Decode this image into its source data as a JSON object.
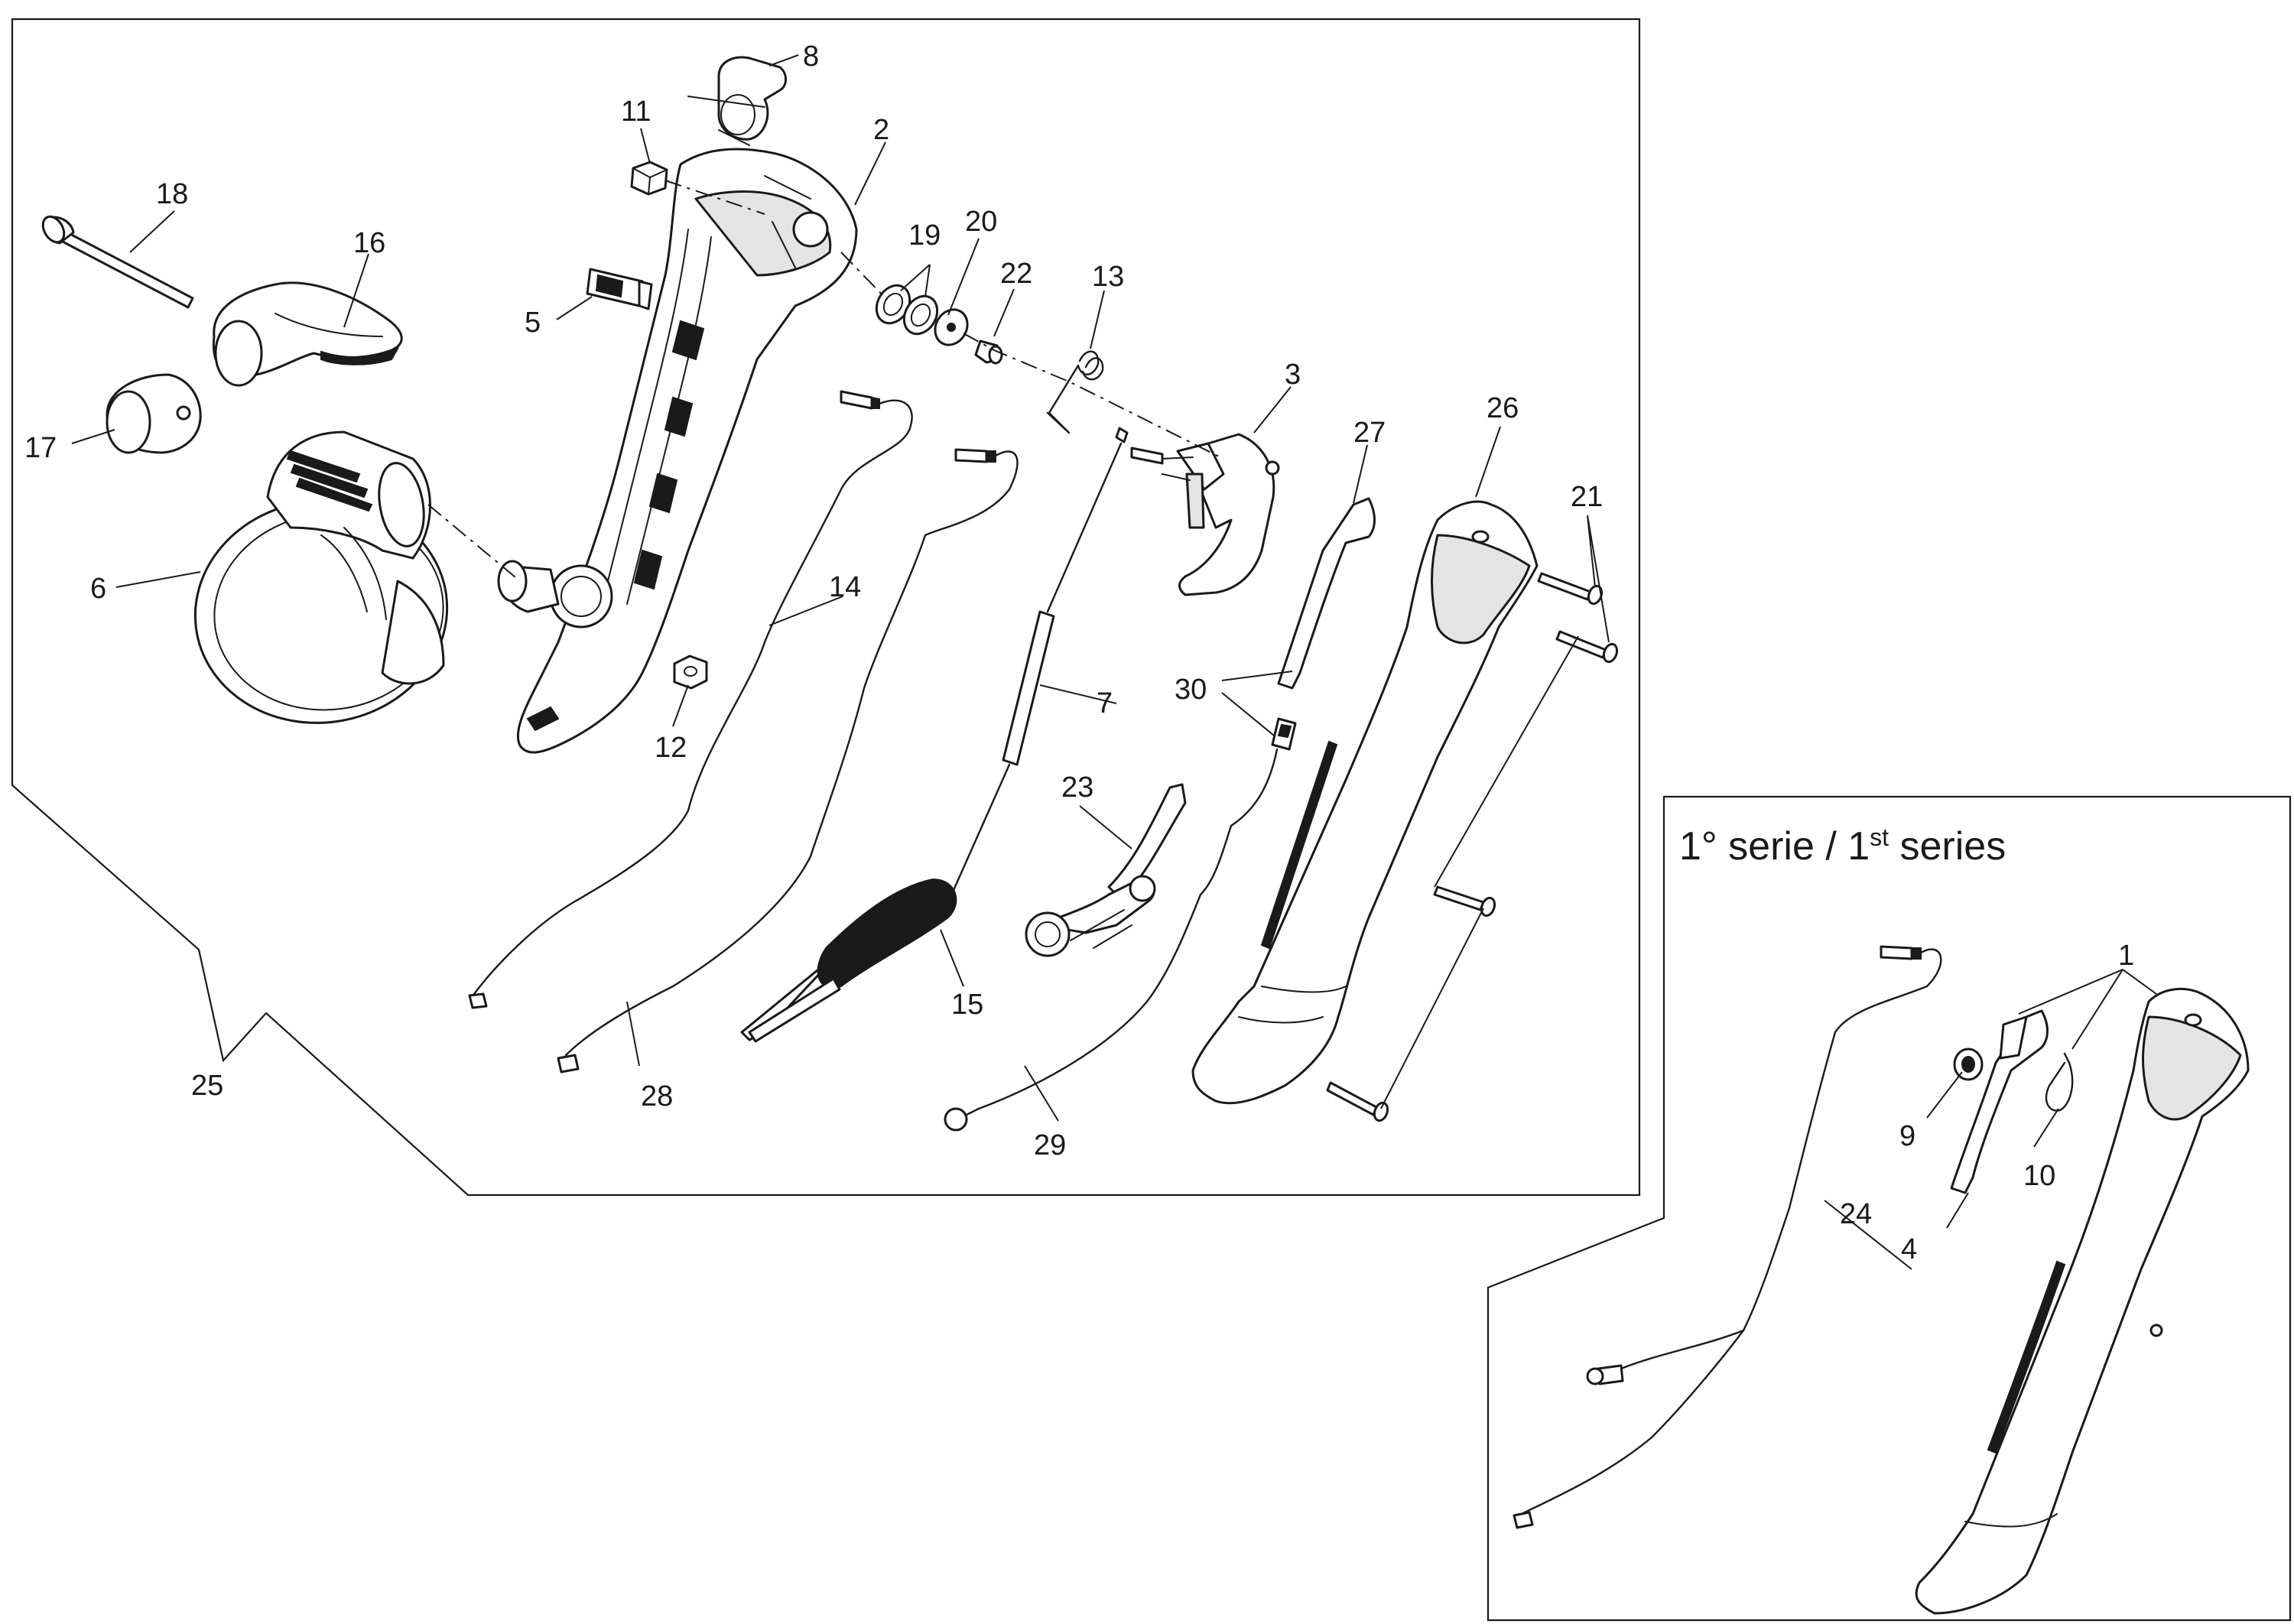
{
  "callouts": {
    "c1": "1",
    "c2": "2",
    "c3": "3",
    "c4": "4",
    "c5": "5",
    "c6": "6",
    "c7": "7",
    "c8": "8",
    "c9": "9",
    "c10": "10",
    "c11": "11",
    "c12": "12",
    "c13": "13",
    "c14": "14",
    "c15": "15",
    "c16": "16",
    "c17": "17",
    "c18": "18",
    "c19": "19",
    "c20": "20",
    "c21": "21",
    "c22": "22",
    "c23": "23",
    "c24": "24",
    "c25": "25",
    "c26": "26",
    "c27": "27",
    "c28": "28",
    "c29": "29",
    "c30": "30"
  },
  "series_box": {
    "title_prefix": "1° serie / 1",
    "title_sup": "st",
    "title_suffix": " series"
  }
}
